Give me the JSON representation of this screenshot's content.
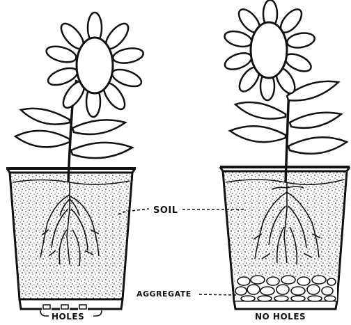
{
  "labels": {
    "soil": "SOIL",
    "aggregate": "AGGREGATE",
    "holes": "HOLES",
    "no_holes": "NO HOLES"
  },
  "colors": {
    "ink": "#111111",
    "paper": "#ffffff"
  }
}
